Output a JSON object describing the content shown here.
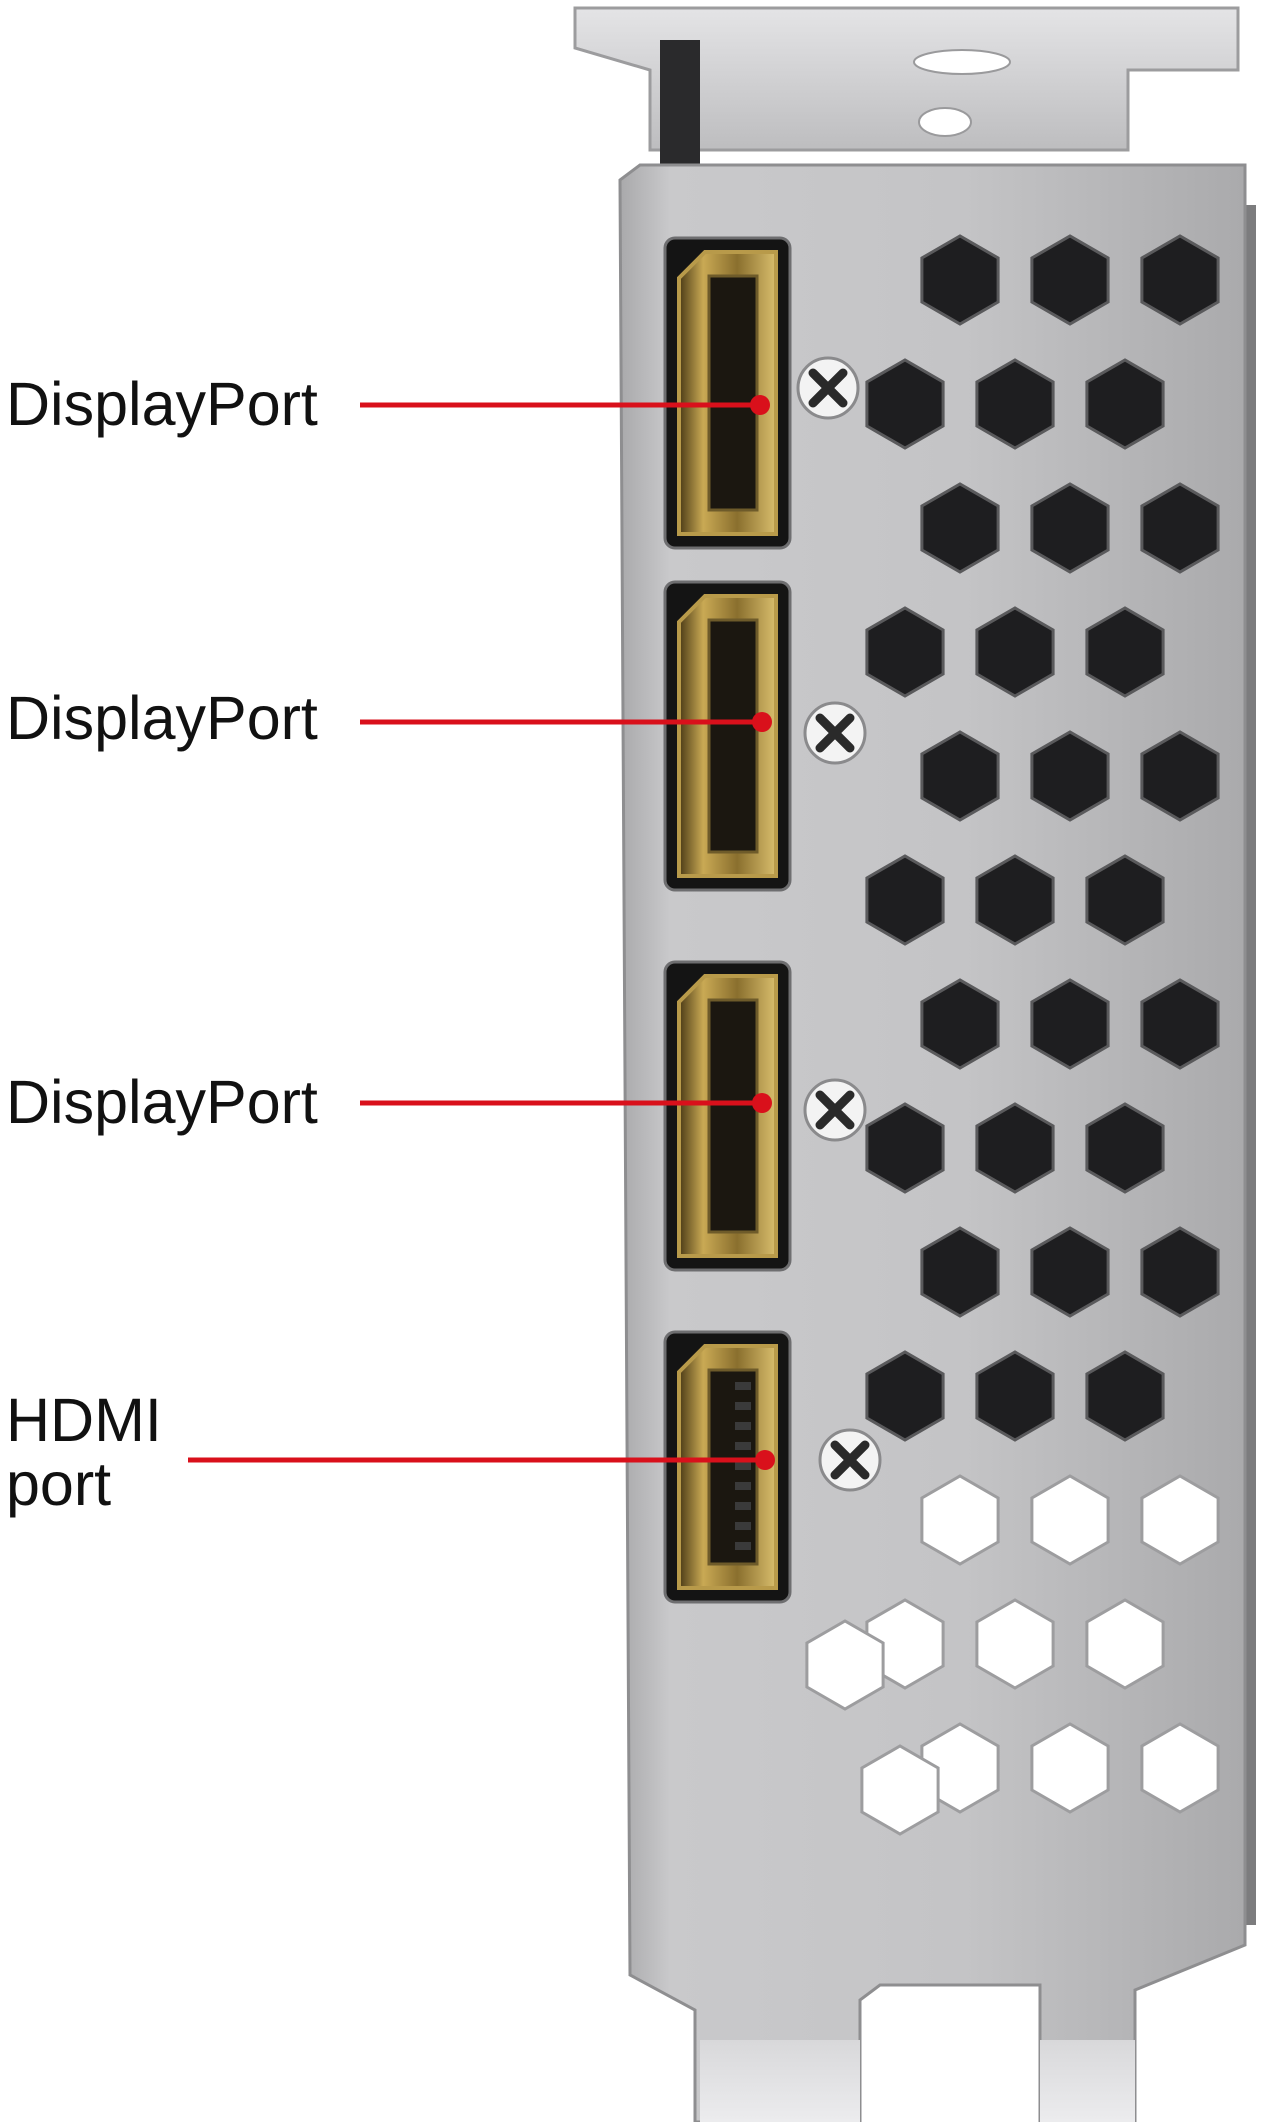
{
  "callouts": [
    {
      "label": "DisplayPort"
    },
    {
      "label": "DisplayPort"
    },
    {
      "label": "DisplayPort"
    },
    {
      "label": "HDMI\nport"
    }
  ],
  "colors": {
    "leader_line": "#d9101b",
    "bracket_metal": "#c3c3c5",
    "port_gold": "#b89a4a",
    "vent_dark": "#1e1e20"
  }
}
